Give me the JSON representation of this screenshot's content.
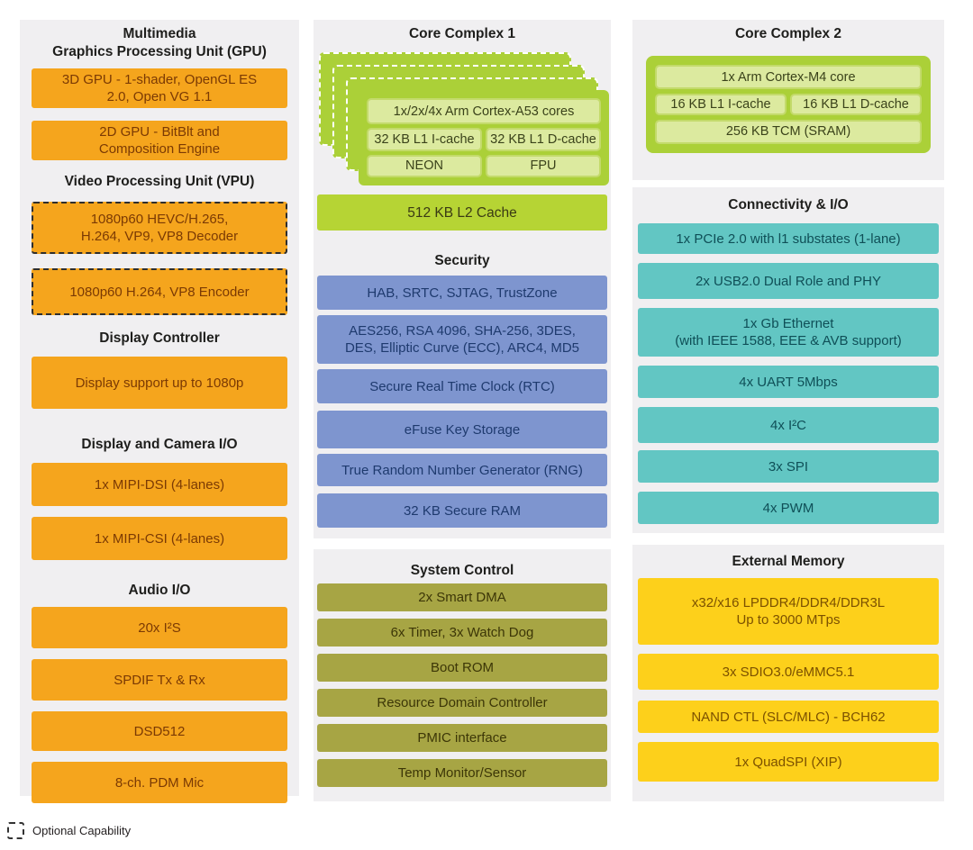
{
  "legend": {
    "label": "Optional Capability"
  },
  "colors": {
    "panel_bg": "#f0eff1",
    "multimedia_orange": "#f5a51d",
    "core_green": "#abd038",
    "core_green_pale": "#dcea9f",
    "l2_lime": "#b6d434",
    "security_blue": "#7e95cf",
    "system_control_olive": "#a7a544",
    "connectivity_teal": "#62c6c3",
    "external_memory_yellow": "#fdd01b"
  },
  "left": {
    "multimedia_title": [
      "Multimedia",
      "Graphics Processing Unit (GPU)"
    ],
    "gpu3d": [
      "3D GPU - 1-shader, OpenGL ES",
      "2.0, Open VG 1.1"
    ],
    "gpu2d": [
      "2D GPU - BitBlt and",
      "Composition Engine"
    ],
    "vpu_title": "Video Processing Unit (VPU)",
    "vpu_decoder": [
      "1080p60 HEVC/H.265,",
      "H.264, VP9, VP8 Decoder"
    ],
    "vpu_encoder": [
      "1080p60 H.264, VP8 Encoder"
    ],
    "display_controller_title": "Display Controller",
    "display_support": [
      "Display support up to 1080p"
    ],
    "display_camera_title": "Display and Camera I/O",
    "mipi_dsi": [
      "1x MIPI-DSI (4-lanes)"
    ],
    "mipi_csi": [
      "1x MIPI-CSI (4-lanes)"
    ],
    "audio_title": "Audio I/O",
    "i2s": [
      "20x I²S"
    ],
    "spdif": [
      "SPDIF Tx & Rx"
    ],
    "dsd": [
      "DSD512"
    ],
    "pdm": [
      "8-ch. PDM Mic"
    ]
  },
  "core_complex_1": {
    "title": "Core Complex 1",
    "cores": "1x/2x/4x Arm Cortex-A53 cores",
    "icache": "32 KB L1 I-cache",
    "dcache": "32 KB L1 D-cache",
    "neon": "NEON",
    "fpu": "FPU",
    "l2_cache": "512 KB L2 Cache"
  },
  "security": {
    "title": "Security",
    "items": [
      [
        "HAB, SRTC, SJTAG, TrustZone"
      ],
      [
        "AES256, RSA 4096, SHA-256, 3DES,",
        "DES, Elliptic Curve (ECC), ARC4, MD5"
      ],
      [
        "Secure Real Time Clock (RTC)"
      ],
      [
        "eFuse Key Storage"
      ],
      [
        "True Random Number Generator (RNG)"
      ],
      [
        "32 KB Secure RAM"
      ]
    ]
  },
  "system_control": {
    "title": "System Control",
    "items": [
      [
        "2x Smart DMA"
      ],
      [
        "6x Timer, 3x Watch Dog"
      ],
      [
        "Boot ROM"
      ],
      [
        "Resource Domain Controller"
      ],
      [
        "PMIC interface"
      ],
      [
        "Temp Monitor/Sensor"
      ]
    ]
  },
  "core_complex_2": {
    "title": "Core Complex 2",
    "core": "1x Arm Cortex-M4 core",
    "icache": "16 KB L1 I-cache",
    "dcache": "16 KB L1 D-cache",
    "tcm": "256 KB TCM (SRAM)"
  },
  "connectivity": {
    "title": "Connectivity & I/O",
    "items": [
      [
        "1x PCIe 2.0 with l1 substates (1-lane)"
      ],
      [
        "2x USB2.0 Dual Role and PHY"
      ],
      [
        "1x Gb Ethernet",
        "(with IEEE 1588, EEE & AVB support)"
      ],
      [
        "4x UART 5Mbps"
      ],
      [
        "4x I²C"
      ],
      [
        "3x SPI"
      ],
      [
        "4x PWM"
      ]
    ]
  },
  "external_memory": {
    "title": "External Memory",
    "items": [
      [
        "x32/x16 LPDDR4/DDR4/DDR3L",
        "Up to 3000 MTps"
      ],
      [
        "3x SDIO3.0/eMMC5.1"
      ],
      [
        "NAND CTL (SLC/MLC) - BCH62"
      ],
      [
        "1x QuadSPI (XIP)"
      ]
    ]
  }
}
